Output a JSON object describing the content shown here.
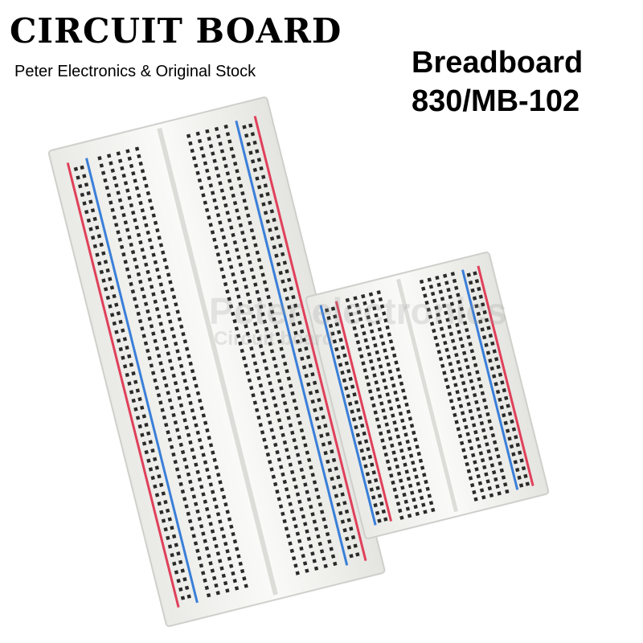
{
  "header": {
    "brand_title": "CIRCUIT BOARD",
    "brand_subtitle": "Peter Electronics & Original Stock"
  },
  "product": {
    "line1": "Breadboard",
    "line2": "830/MB-102"
  },
  "watermark": {
    "line1": "Peter electronics",
    "line2": "Circuit board"
  },
  "colors": {
    "rail_red": "#e0405a",
    "rail_blue": "#3a7fd9",
    "board_white": "#f2f2f0",
    "hole": "#2a2a2a"
  }
}
